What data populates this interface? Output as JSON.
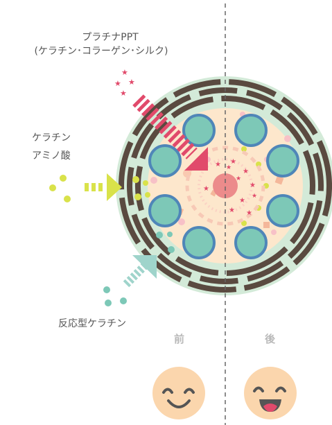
{
  "labels": {
    "platina_line1": "プラチナPPT",
    "platina_line2": "(ケラチン･コラーゲン･シルク)",
    "keratin_amino_line1": "ケラチン",
    "keratin_amino_line2": "アミノ酸",
    "reactive_keratin": "反応型ケラチン",
    "before": "前",
    "after": "後"
  },
  "colors": {
    "hair_cuticle_dark": "#5a4a40",
    "hair_outer_green": "#d3ead8",
    "hair_core_cream": "#fde7cc",
    "cell_teal": "#7dc8b7",
    "cell_border_blue": "#4f86b8",
    "platina_red": "#e14a6b",
    "keratin_yellow": "#d9e24a",
    "reactive_teal": "#9fd4cb",
    "face_peach": "#fbd6ad"
  },
  "icons": [
    "star-icon",
    "arrow-icon",
    "smile-face-icon",
    "happy-face-icon"
  ]
}
